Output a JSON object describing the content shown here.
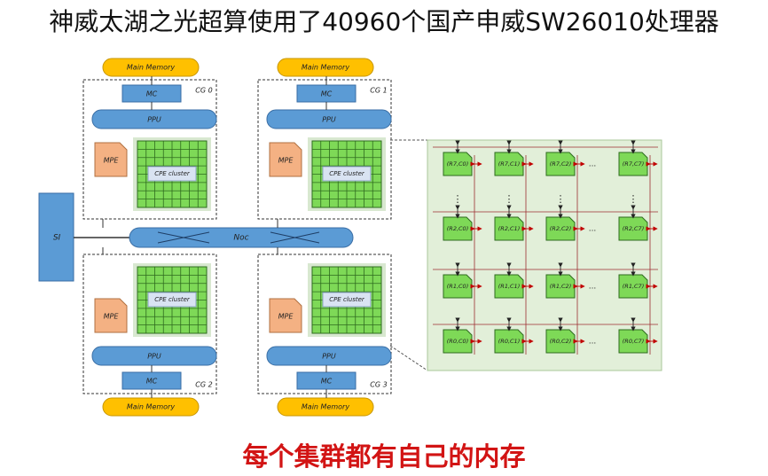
{
  "header": {
    "title": "神威太湖之光超算使用了40960个国产申威SW26010处理器"
  },
  "diagram": {
    "main_memory": "Main Memory",
    "mc": "MC",
    "ppu": "PPU",
    "mpe": "MPE",
    "cpe_cluster": "CPE cluster",
    "si": "SI",
    "noc": "Noc",
    "core_groups": [
      "CG 0",
      "CG 1",
      "CG 2",
      "CG 3"
    ],
    "grid": {
      "rows": [
        [
          "(R7,C0)",
          "(R7,C1)",
          "(R7,C2)",
          "(R7,C7)"
        ],
        [
          "(R2,C0)",
          "(R2,C1)",
          "(R2,C2)",
          "(R2,C7)"
        ],
        [
          "(R1,C0)",
          "(R1,C1)",
          "(R1,C2)",
          "(R1,C7)"
        ],
        [
          "(R0,C0)",
          "(R0,C1)",
          "(R0,C2)",
          "(R0,C7)"
        ]
      ],
      "ellipsis": "..."
    },
    "colors": {
      "memory": "#ffc000",
      "bus": "#5b9bd5",
      "mpe": "#f4b183",
      "cpe": "#7ed957",
      "panel": "#e2efd9",
      "arrow": "#c00000"
    }
  },
  "footer": {
    "caption": "每个集群都有自己的内存"
  }
}
